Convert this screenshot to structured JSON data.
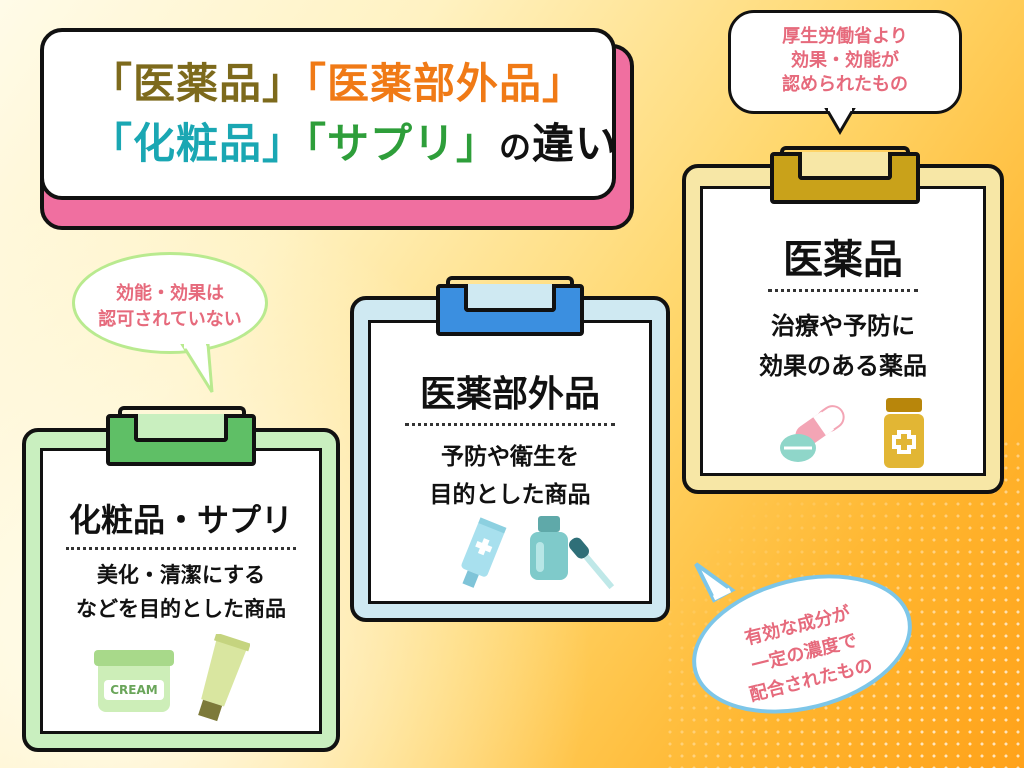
{
  "title": {
    "part1": "「医薬品」",
    "part2": "「医薬部外品」",
    "part3": "「化粧品」",
    "part4": "「サプリ」",
    "part5": "の",
    "part6": "違い"
  },
  "bubbles": {
    "top_right": [
      "厚生労働省より",
      "効果・効能が",
      "認められたもの"
    ],
    "left": [
      "効能・効果は",
      "認可されていない"
    ],
    "bottom_right": [
      "有効な成分が",
      "一定の濃度で",
      "配合されたもの"
    ]
  },
  "cards": {
    "pharma": {
      "heading": "医薬品",
      "desc": [
        "治療や予防に",
        "効果のある薬品"
      ]
    },
    "quasi": {
      "heading": "医薬部外品",
      "desc": [
        "予防や衛生を",
        "目的とした商品"
      ]
    },
    "cosmetic": {
      "heading": "化粧品・サプリ",
      "desc": [
        "美化・清潔にする",
        "などを目的とした商品"
      ],
      "jar_label": "CREAM"
    }
  },
  "colors": {
    "accent_pink": "#f06fa0",
    "board_green": "#c9efbf",
    "clip_green": "#5fbf66",
    "board_blue": "#cfe9f2",
    "clip_blue": "#3b8fe0",
    "board_yellow": "#f7e7a6",
    "clip_gold": "#c9a21a"
  }
}
